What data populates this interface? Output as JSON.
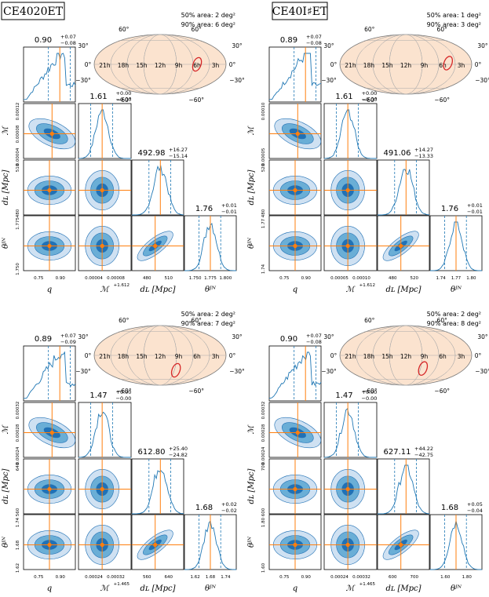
{
  "figure": {
    "detector_labels": [
      "CE4020ET",
      "CE40I♯ET"
    ],
    "sky_ra_labels": [
      "21h",
      "18h",
      "15h",
      "12h",
      "9h",
      "6h",
      "3h"
    ],
    "sky_dec_labels": [
      "60°",
      "30°",
      "0°",
      "−30°",
      "−60°"
    ],
    "param_labels": [
      "q",
      "ℳ",
      "dʟ [Mpc]",
      "θᴶᴺ"
    ],
    "param_labels_y": [
      "ℳ",
      "dʟ [Mpc]",
      "θᴶᴺ"
    ]
  },
  "colors": {
    "contour_light": "#cfe1f2",
    "contour_mid": "#6aaed6",
    "contour_dark": "#2171b5",
    "hist": "#1f77b4",
    "truth": "#ff7f0e",
    "sky_fill": "#fbe3cf",
    "sky_contour": "#d62728"
  },
  "chart_data": [
    {
      "type": "corner",
      "detector": "CE4020ET",
      "sky": {
        "area50": "50% area: 2 deg²",
        "area90": "90% area: 6 deg²",
        "ra_pos": 0.78,
        "dec_pos": 0.0
      },
      "titles": [
        {
          "value": "0.90",
          "plus": "+0.07",
          "minus": "−0.08"
        },
        {
          "value": "1.61",
          "plus": "+0.00",
          "minus": "−0.00"
        },
        {
          "value": "492.98",
          "plus": "+16.27",
          "minus": "−15.14"
        },
        {
          "value": "1.76",
          "plus": "+0.01",
          "minus": "−0.01"
        }
      ],
      "xticks": [
        [
          "0.75",
          "0.90"
        ],
        [
          "0.00004",
          "0.00008"
        ],
        [
          "480",
          "510"
        ],
        [
          "1.750",
          "1.775",
          "1.800"
        ]
      ],
      "yticks": [
        [
          "0.00012",
          "0.00008",
          "0.00004"
        ],
        [
          "510",
          "480"
        ],
        [
          "1.775",
          "1.750"
        ]
      ],
      "offset": "+1.612"
    },
    {
      "type": "corner",
      "detector": "CE40I♯ET",
      "sky": {
        "area50": "50% area: 1 deg²",
        "area90": "90% area: 3 deg²",
        "ra_pos": 0.82,
        "dec_pos": 0.02
      },
      "titles": [
        {
          "value": "0.89",
          "plus": "+0.07",
          "minus": "−0.08"
        },
        {
          "value": "1.61",
          "plus": "+0.00",
          "minus": "−0.00"
        },
        {
          "value": "491.06",
          "plus": "+14.27",
          "minus": "−13.33"
        },
        {
          "value": "1.76",
          "plus": "+0.01",
          "minus": "−0.01"
        }
      ],
      "xticks": [
        [
          "0.75",
          "0.90"
        ],
        [
          "0.00005",
          "0.00010"
        ],
        [
          "480",
          "520"
        ],
        [
          "1.74",
          "1.77",
          "1.80"
        ]
      ],
      "yticks": [
        [
          "0.00010",
          "0.00005"
        ],
        [
          "520",
          "480"
        ],
        [
          "1.77",
          "1.74"
        ]
      ],
      "offset": "+1.612"
    },
    {
      "type": "corner",
      "detector": "",
      "sky": {
        "area50": "50% area: 2 deg²",
        "area90": "90% area: 7 deg²",
        "ra_pos": 0.62,
        "dec_pos": -0.25
      },
      "titles": [
        {
          "value": "0.89",
          "plus": "+0.07",
          "minus": "−0.09"
        },
        {
          "value": "1.47",
          "plus": "+0.00",
          "minus": "−0.00"
        },
        {
          "value": "612.80",
          "plus": "+25.40",
          "minus": "−24.82"
        },
        {
          "value": "1.68",
          "plus": "+0.02",
          "minus": "−0.02"
        }
      ],
      "xticks": [
        [
          "0.75",
          "0.90"
        ],
        [
          "0.00024",
          "0.00032"
        ],
        [
          "560",
          "640"
        ],
        [
          "1.62",
          "1.68",
          "1.74"
        ]
      ],
      "yticks": [
        [
          "0.00032",
          "0.00028",
          "0.00024"
        ],
        [
          "640",
          "560"
        ],
        [
          "1.74",
          "1.68",
          "1.62"
        ]
      ],
      "offset": "+1.465"
    },
    {
      "type": "corner",
      "detector": "",
      "sky": {
        "area50": "50% area: 2 deg²",
        "area90": "90% area: 8 deg²",
        "ra_pos": 0.63,
        "dec_pos": -0.22
      },
      "titles": [
        {
          "value": "0.90",
          "plus": "+0.07",
          "minus": "−0.08"
        },
        {
          "value": "1.47",
          "plus": "+0.00",
          "minus": "−0.00"
        },
        {
          "value": "627.11",
          "plus": "+44.22",
          "minus": "−42.75"
        },
        {
          "value": "1.68",
          "plus": "+0.05",
          "minus": "−0.04"
        }
      ],
      "xticks": [
        [
          "0.75",
          "0.90"
        ],
        [
          "0.00024",
          "0.00032"
        ],
        [
          "600",
          "700"
        ],
        [
          "1.60",
          "1.80"
        ]
      ],
      "yticks": [
        [
          "0.00032",
          "0.00028",
          "0.00024"
        ],
        [
          "700",
          "600"
        ],
        [
          "1.80",
          "1.60"
        ]
      ],
      "offset": "+1.465"
    }
  ]
}
